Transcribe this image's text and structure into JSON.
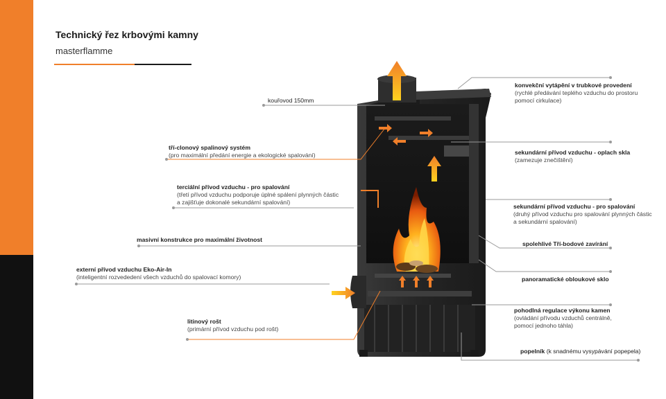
{
  "header": {
    "title": "Technický řez krbovými kamny",
    "subtitle": "masterflamme"
  },
  "labels": {
    "kourovod": {
      "title": "kouřovod 150mm"
    },
    "konvekcni": {
      "title": "konvekční vytápění v trubkové provedení",
      "sub1": "(rychlé předávání teplého vzduchu do prostoru",
      "sub2": "pomocí cirkulace)"
    },
    "triclonovy": {
      "title": "tří-clonový spalinový systém",
      "sub1": "(pro maximální předání energie a ekologické spalování)"
    },
    "sekundarni_oplach": {
      "title": "sekundární přívod vzduchu - oplach skla",
      "sub1": "(zamezuje znečištění)"
    },
    "tercialni": {
      "title": "terciální přívod vzduchu - pro spalování",
      "sub1": "(třetí přívod vzduchu podporuje úplné spálení plynných částic",
      "sub2": "a zajišťuje dokonalé sekundární spalování)"
    },
    "sekundarni_spalovani": {
      "title": "sekundární přívod vzduchu -  pro spalování",
      "sub1": "(druhý přívod vzduchu pro spalování plynných částic",
      "sub2": "a sekundární spalování)"
    },
    "masivni": {
      "title": "masivní konstrukce pro maximální životnost"
    },
    "spolehlive": {
      "title": "spolehlivé Tří-bodové zavírání"
    },
    "externi": {
      "title": "externí přívod vzduchu Eko-Air-In",
      "sub1": "(inteligentní rozvededení všech vzduchů do spalovací komory)"
    },
    "panoramaticke": {
      "title": "panoramatické obloukové sklo"
    },
    "litinovy": {
      "title": "litinový rošt",
      "sub1": "(primární přívod  vzduchu pod rošt)"
    },
    "regulace": {
      "title": "pohodlná regulace výkonu kamen",
      "sub1": "(ovládání přívodu vzduchů centrálně,",
      "sub2": "pomocí jednoho táhla)"
    },
    "popelnik": {
      "title": "popelník",
      "sub1": " (k snadnému vysypávání popepela)"
    }
  },
  "colors": {
    "accent_orange": "#f07f2a",
    "dark": "#111111",
    "stove_body": "#2b2b2b",
    "leader_line": "#9a9a9a"
  }
}
